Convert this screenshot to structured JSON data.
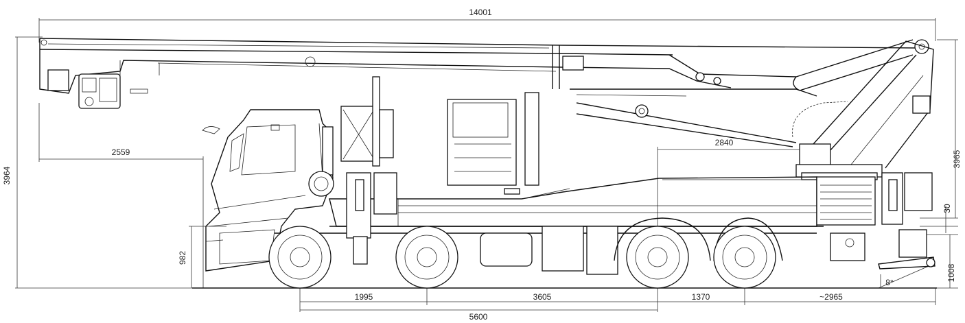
{
  "dimensions": {
    "overall_length": "14001",
    "overall_height": "3964",
    "front_overhang_boom": "2559",
    "rear_to_turntable": "2840",
    "turntable_height": "3965",
    "outrigger_lift": "30",
    "ground_clearance_front": "982",
    "outrigger_depth": "1008",
    "ramp_angle": "8°",
    "axle_spacing_1": "1995",
    "axle_spacing_2": "3605",
    "axle_spacing_3": "1370",
    "rear_overhang": "~2965",
    "wheelbase_total": "5600"
  },
  "colors": {
    "line": "#111111",
    "dimension": "#333333",
    "background": "#ffffff"
  }
}
